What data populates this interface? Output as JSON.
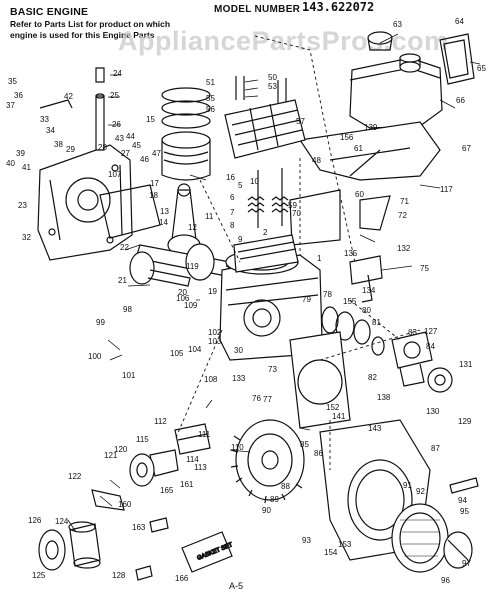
{
  "header": {
    "title": "BASIC ENGINE",
    "model_label": "MODEL NUMBER",
    "model_number": "143.622072",
    "note": "Refer to Parts List for product on which engine is used for this Engine Parts"
  },
  "watermark": "AppliancePartsPros.com",
  "page_ref": "A-5",
  "callouts": [
    "1",
    "2",
    "5",
    "6",
    "7",
    "8",
    "9",
    "10",
    "11",
    "12",
    "13",
    "14",
    "15",
    "16",
    "17",
    "18",
    "19",
    "20",
    "21",
    "22",
    "23",
    "24",
    "25",
    "26",
    "27",
    "28",
    "29",
    "30",
    "32",
    "33",
    "34",
    "35",
    "36",
    "37",
    "38",
    "39",
    "40",
    "41",
    "42",
    "43",
    "44",
    "45",
    "46",
    "47",
    "48",
    "50",
    "51",
    "53",
    "55",
    "56",
    "57",
    "59",
    "60",
    "61",
    "63",
    "64",
    "65",
    "66",
    "67",
    "70",
    "71",
    "72",
    "73",
    "75",
    "76",
    "77",
    "78",
    "79",
    "80",
    "81",
    "82",
    "83",
    "84",
    "85",
    "86",
    "87",
    "88",
    "89",
    "90",
    "91",
    "92",
    "93",
    "94",
    "95",
    "96",
    "97",
    "98",
    "99",
    "100",
    "101",
    "102",
    "103",
    "104",
    "105",
    "106",
    "107",
    "108",
    "109",
    "110",
    "111",
    "112",
    "113",
    "114",
    "115",
    "117",
    "119",
    "120",
    "121",
    "122",
    "124",
    "125",
    "126",
    "127",
    "128",
    "129",
    "130",
    "131",
    "132",
    "133",
    "134",
    "135",
    "138",
    "139",
    "141",
    "143",
    "152",
    "153",
    "154",
    "155",
    "156",
    "160",
    "161",
    "163",
    "165",
    "166"
  ]
}
